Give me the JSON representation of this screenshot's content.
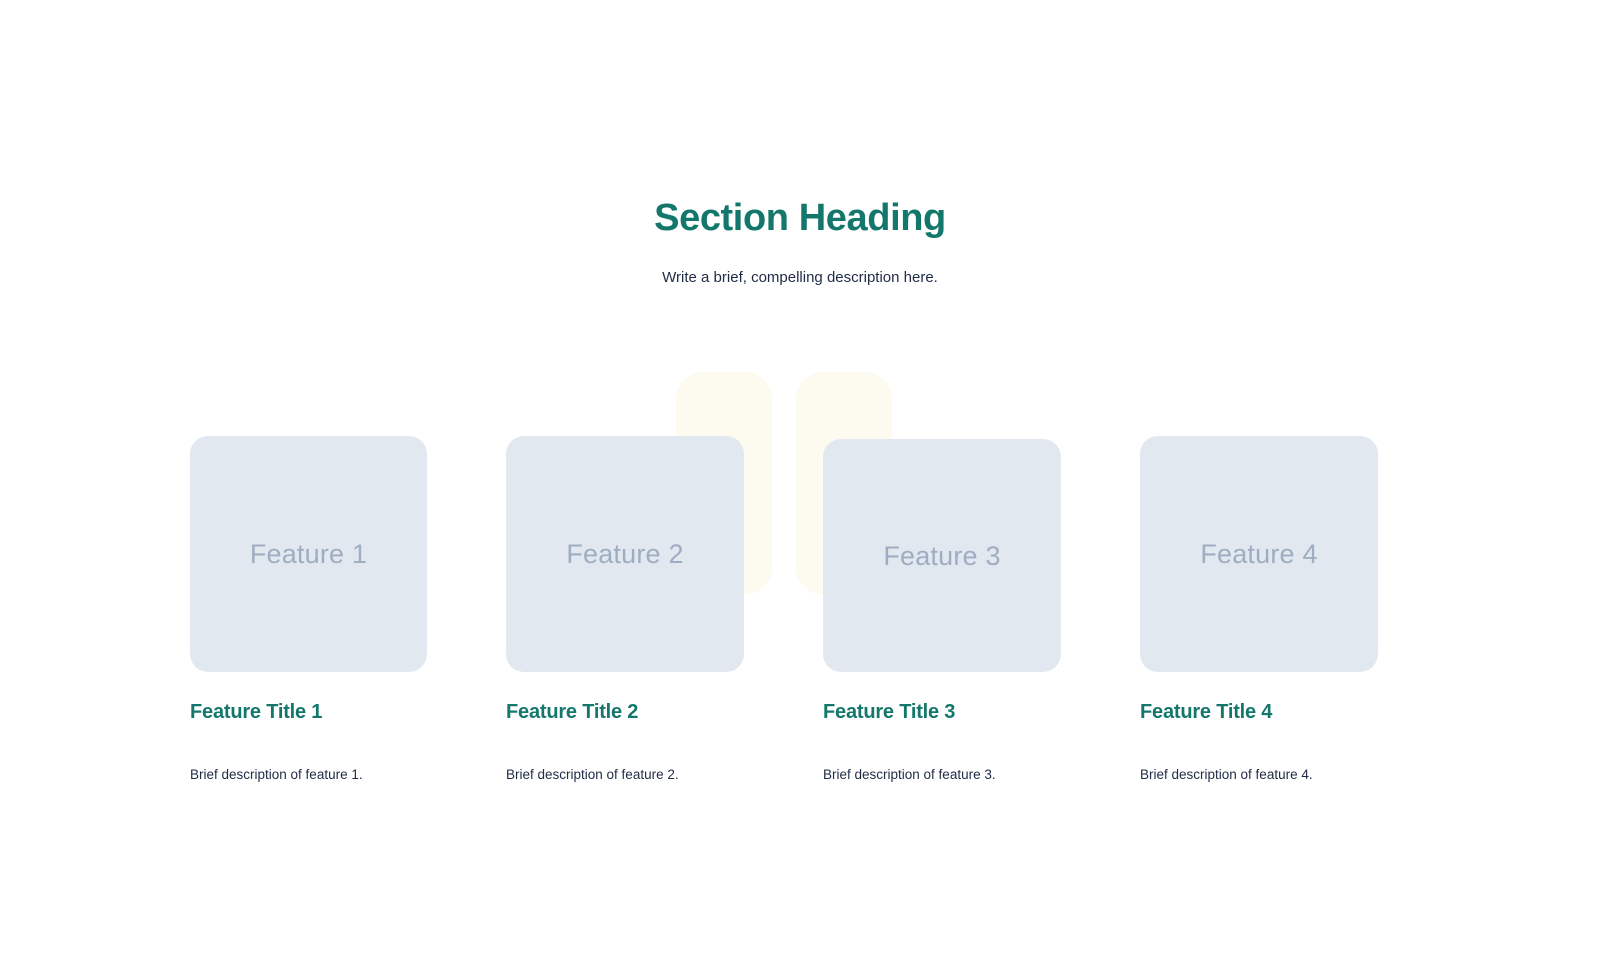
{
  "colors": {
    "accent_teal": "#14776b",
    "body_navy": "#1f2b45",
    "card_bg": "#e2e8f0",
    "card_placeholder_text": "#9fadc2",
    "decor_cream": "#fdfbf0",
    "page_background": "#ffffff"
  },
  "header": {
    "heading": "Section Heading",
    "subheading": "Write a brief, compelling description here."
  },
  "features": [
    {
      "placeholder": "Feature 1",
      "title": "Feature Title 1",
      "description": "Brief description of feature 1."
    },
    {
      "placeholder": "Feature 2",
      "title": "Feature Title 2",
      "description": "Brief description of feature 2."
    },
    {
      "placeholder": "Feature 3",
      "title": "Feature Title 3",
      "description": "Brief description of feature 3."
    },
    {
      "placeholder": "Feature 4",
      "title": "Feature Title 4",
      "description": "Brief description of feature 4."
    }
  ],
  "decor": {
    "shape_left_name": "decorative-rounded-rect-left",
    "shape_right_name": "decorative-rounded-rect-right"
  }
}
